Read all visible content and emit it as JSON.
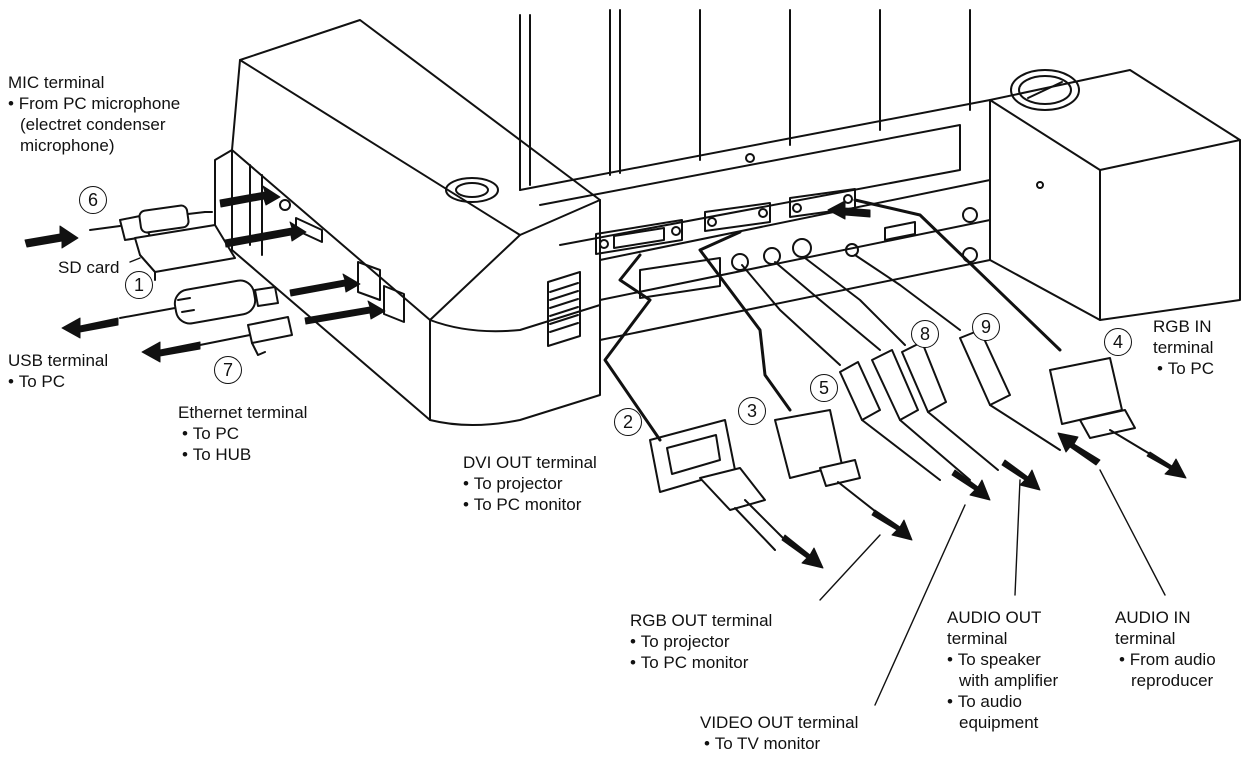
{
  "labels": {
    "mic": {
      "title": "MIC terminal",
      "bullets": [
        "From PC microphone"
      ],
      "cont": [
        "(electret condenser",
        "microphone)"
      ]
    },
    "sd": "SD card",
    "usb": {
      "title": "USB terminal",
      "bullets": [
        "To PC"
      ]
    },
    "ethernet": {
      "title": "Ethernet terminal",
      "bullets": [
        "To PC",
        "To HUB"
      ]
    },
    "dvi_out": {
      "title": "DVI OUT terminal",
      "bullets": [
        "To projector",
        "To PC monitor"
      ]
    },
    "rgb_out": {
      "title": "RGB OUT terminal",
      "bullets": [
        "To projector",
        "To PC monitor"
      ]
    },
    "video_out": {
      "title": "VIDEO OUT terminal",
      "bullets": [
        "To TV monitor"
      ]
    },
    "audio_out": {
      "title1": "AUDIO OUT",
      "title2": "terminal",
      "b1": "To speaker",
      "b1c": "with amplifier",
      "b2": "To audio",
      "b2c": "equipment"
    },
    "audio_in": {
      "title1": "AUDIO IN",
      "title2": "terminal",
      "b1": "From audio",
      "b1c": "reproducer"
    },
    "rgb_in": {
      "title1": "RGB IN",
      "title2": "terminal",
      "b1": "To PC"
    }
  },
  "numbers": [
    "6",
    "1",
    "7",
    "2",
    "3",
    "5",
    "8",
    "9",
    "4"
  ],
  "colors": {
    "line": "#111111",
    "fill": "#ffffff",
    "shade": "#e8e8e8"
  }
}
